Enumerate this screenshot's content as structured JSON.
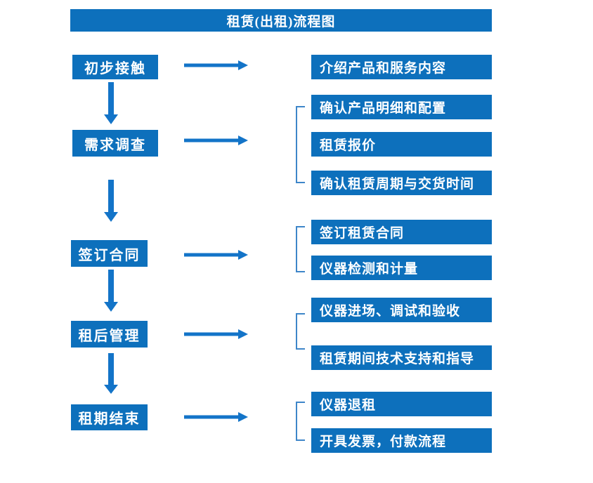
{
  "title": "租赁(出租)流程图",
  "colors": {
    "box_blue": "#0D70BC",
    "arrow_blue": "#1374C8",
    "bracket_blue": "#3E86C9",
    "text_white": "#FFFFFF",
    "background": "#FFFFFF"
  },
  "icons": {
    "right_arrow": "right-arrow-icon",
    "down_arrow": "down-arrow-icon",
    "bracket": "group-bracket"
  },
  "steps": [
    {
      "label": "初步接触",
      "details": [
        "介绍产品和服务内容"
      ]
    },
    {
      "label": "需求调查",
      "details": [
        "确认产品明细和配置",
        "租赁报价",
        "确认租赁周期与交货时间"
      ]
    },
    {
      "label": "签订合同",
      "details": [
        "签订租赁合同",
        "仪器检测和计量"
      ]
    },
    {
      "label": "租后管理",
      "details": [
        "仪器进场、调试和验收",
        "租赁期间技术支持和指导"
      ]
    },
    {
      "label": "租期结束",
      "details": [
        "仪器退租",
        "开具发票，付款流程"
      ]
    }
  ]
}
